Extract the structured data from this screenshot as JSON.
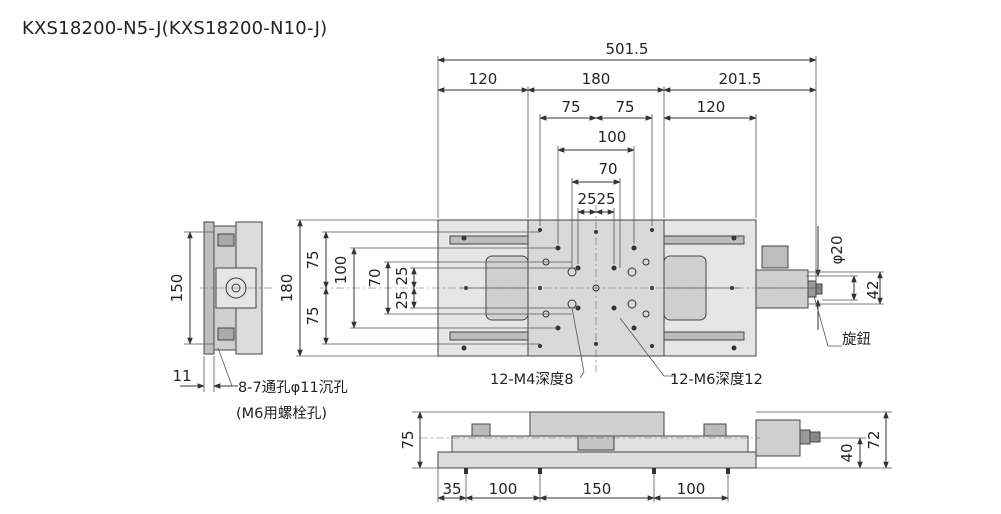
{
  "title": "KXS18200-N5-J(KXS18200-N10-J)",
  "top_view": {
    "dim_overall": "501.5",
    "dim_left": "120",
    "dim_center": "180",
    "dim_right": "201.5",
    "dim_75_left": "75",
    "dim_75_right": "75",
    "dim_right_120": "120",
    "dim_100": "100",
    "dim_70": "70",
    "dim_25_left": "25",
    "dim_25_right": "25",
    "dim_phi20": "φ20",
    "dim_42": "42",
    "v_180": "180",
    "v_75_top": "75",
    "v_75_bottom": "75",
    "v_100": "100",
    "v_70": "70",
    "v_25_top": "25",
    "v_25_bottom": "25",
    "label_knob": "旋鈕",
    "label_m4": "12-M4深度8",
    "label_m6": "12-M6深度12"
  },
  "side_view": {
    "v_150": "150",
    "dim_11": "11",
    "label_holes": "8-7通孔φ11沉孔",
    "label_bolt": "(M6用螺栓孔)"
  },
  "front_view": {
    "v_75": "75",
    "v_72": "72",
    "v_40": "40",
    "dim_35": "35",
    "dim_100_a": "100",
    "dim_150": "150",
    "dim_100_b": "100"
  }
}
